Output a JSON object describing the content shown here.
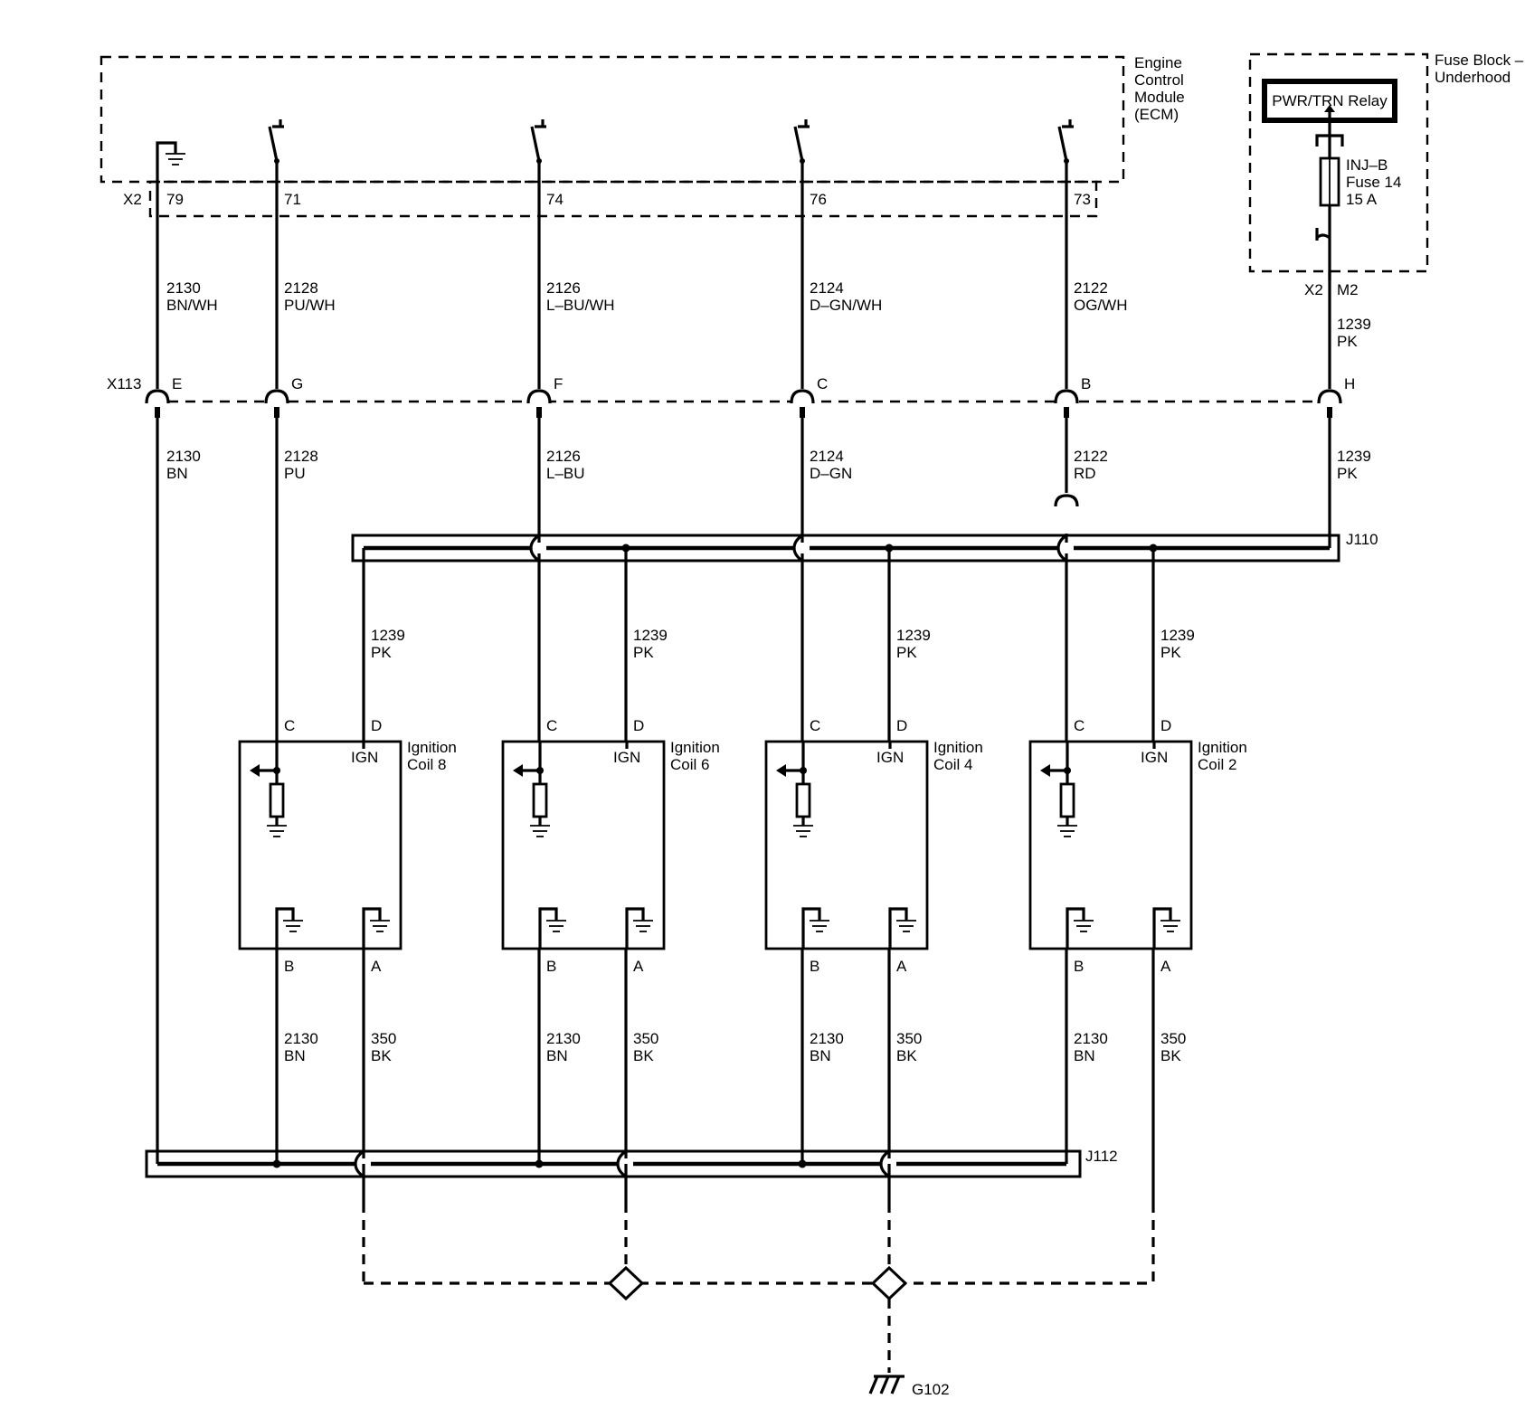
{
  "modules": {
    "ecm": {
      "lines": [
        "Engine",
        "Control",
        "Module",
        "(ECM)"
      ]
    },
    "fuse_block": {
      "lines": [
        "Fuse Block –",
        "Underhood"
      ]
    }
  },
  "relay": {
    "label": "PWR/TRN Relay"
  },
  "fuse": {
    "lines": [
      "INJ–B",
      "Fuse 14",
      "15 A"
    ]
  },
  "connectors": {
    "ecm_x2": "X2",
    "fuse_x2": "X2",
    "fuse_pin": "M2",
    "inline": "X113"
  },
  "ecm_pins": [
    "79",
    "71",
    "74",
    "76",
    "73"
  ],
  "x113_pins": [
    "E",
    "G",
    "F",
    "C",
    "B",
    "H"
  ],
  "upper_wires": [
    {
      "circuit": "2130",
      "color": "BN/WH"
    },
    {
      "circuit": "2128",
      "color": "PU/WH"
    },
    {
      "circuit": "2126",
      "color": "L–BU/WH"
    },
    {
      "circuit": "2124",
      "color": "D–GN/WH"
    },
    {
      "circuit": "2122",
      "color": "OG/WH"
    }
  ],
  "fuse_wire": {
    "circuit": "1239",
    "color": "PK"
  },
  "lower_wires": [
    {
      "circuit": "2130",
      "color": "BN"
    },
    {
      "circuit": "2128",
      "color": "PU"
    },
    {
      "circuit": "2126",
      "color": "L–BU"
    },
    {
      "circuit": "2124",
      "color": "D–GN"
    },
    {
      "circuit": "2122",
      "color": "RD"
    },
    {
      "circuit": "1239",
      "color": "PK"
    }
  ],
  "splices": {
    "top": "J110",
    "bottom": "J112"
  },
  "coils": [
    {
      "name": [
        "Ignition",
        "Coil 8"
      ],
      "ign": "IGN",
      "pin_c": "C",
      "pin_d": "D",
      "pin_b": "B",
      "pin_a": "A",
      "feed": {
        "circuit": "1239",
        "color": "PK"
      },
      "ref": {
        "circuit": "2130",
        "color": "BN"
      },
      "gnd": {
        "circuit": "350",
        "color": "BK"
      }
    },
    {
      "name": [
        "Ignition",
        "Coil 6"
      ],
      "ign": "IGN",
      "pin_c": "C",
      "pin_d": "D",
      "pin_b": "B",
      "pin_a": "A",
      "feed": {
        "circuit": "1239",
        "color": "PK"
      },
      "ref": {
        "circuit": "2130",
        "color": "BN"
      },
      "gnd": {
        "circuit": "350",
        "color": "BK"
      }
    },
    {
      "name": [
        "Ignition",
        "Coil 4"
      ],
      "ign": "IGN",
      "pin_c": "C",
      "pin_d": "D",
      "pin_b": "B",
      "pin_a": "A",
      "feed": {
        "circuit": "1239",
        "color": "PK"
      },
      "ref": {
        "circuit": "2130",
        "color": "BN"
      },
      "gnd": {
        "circuit": "350",
        "color": "BK"
      }
    },
    {
      "name": [
        "Ignition",
        "Coil 2"
      ],
      "ign": "IGN",
      "pin_c": "C",
      "pin_d": "D",
      "pin_b": "B",
      "pin_a": "A",
      "feed": {
        "circuit": "1239",
        "color": "PK"
      },
      "ref": {
        "circuit": "2130",
        "color": "BN"
      },
      "gnd": {
        "circuit": "350",
        "color": "BK"
      }
    }
  ],
  "ground": {
    "label": "G102"
  }
}
